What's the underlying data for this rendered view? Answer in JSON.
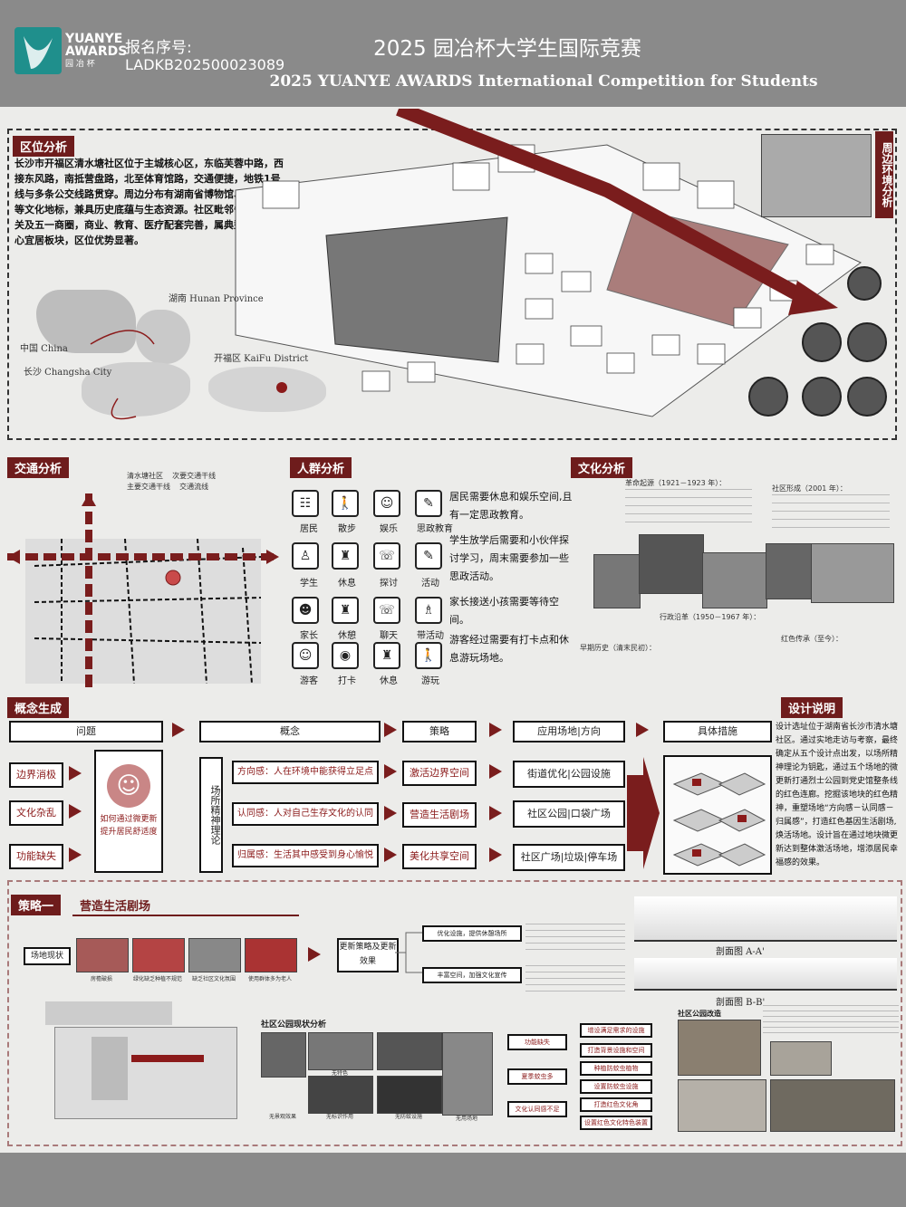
{
  "header": {
    "logo_main": "YUANYE",
    "logo_sub": "AWARDS",
    "logo_cn": "园 冶 杯",
    "reg_label": "报名序号:",
    "reg_no": "LADKB202500023089",
    "title_cn": "2025 园冶杯大学生国际竞赛",
    "title_en": "2025 YUANYE AWARDS International Competition for  Students"
  },
  "location": {
    "title": "区位分析",
    "text": "长沙市开福区清水塘社区位于主城核心区，东临芙蓉中路，西接东风路，南抵营盘路，北至体育馆路，交通便捷，地铁1号线与多条公交线路贯穿。周边分布有湖南省博物馆、烈士公园等文化地标，兼具历史底蕴与生态资源。社区毗邻省市政府机关及五一商圈，商业、教育、医疗配套完善，属典型的城市中心宜居板块，区位优势显著。",
    "map_labels": {
      "hunan": "湖南 Hunan Province",
      "china": "中国 China",
      "changsha": "长沙 Changsha City",
      "kaifu": "开福区 KaiFu District"
    },
    "surround_title": "周边环境分析"
  },
  "traffic": {
    "title": "交通分析",
    "legend": [
      "清水塘社区",
      "次要交通干线",
      "主要交通干线",
      "交通流线"
    ]
  },
  "crowd": {
    "title": "人群分析",
    "rows": [
      {
        "group": "居民",
        "acts": [
          "散步",
          "娱乐",
          "思政教育"
        ],
        "desc": "居民需要休息和娱乐空间,且有一定思政教育。"
      },
      {
        "group": "学生",
        "acts": [
          "休息",
          "探讨",
          "活动"
        ],
        "desc": "学生放学后需要和小伙伴探讨学习，周末需要参加一些思政活动。"
      },
      {
        "group": "家长",
        "acts": [
          "休憩",
          "聊天",
          "带活动"
        ],
        "desc": "家长接送小孩需要等待空间。"
      },
      {
        "group": "游客",
        "acts": [
          "打卡",
          "休息",
          "游玩"
        ],
        "desc": "游客经过需要有打卡点和休息游玩场地。"
      }
    ]
  },
  "culture": {
    "title": "文化分析",
    "eras": [
      "革命起源（1921－1923 年）：",
      "社区形成（2001 年）：",
      "行政沿革（1950－1967 年）：",
      "早期历史（清末民初）：",
      "红色传承（至今）："
    ]
  },
  "concept": {
    "title": "概念生成",
    "headers": [
      "问题",
      "概念",
      "策略",
      "应用场地|方向",
      "具体措施"
    ],
    "problems": [
      "边界消极",
      "文化杂乱",
      "功能缺失"
    ],
    "center_text": "如何通过微更新提升居民舒适度",
    "spirit": "场所精神理论",
    "concepts": [
      "方向感：人在环境中能获得立足点",
      "认同感：人对自己生存文化的认同",
      "归属感：生活其中感受到身心愉悦"
    ],
    "strategies": [
      "激活边界空间",
      "营造生活剧场",
      "美化共享空间"
    ],
    "sites": [
      "街道优化|公园设施",
      "社区公园|口袋广场",
      "社区广场|垃圾|停车场"
    ]
  },
  "design": {
    "title": "设计说明",
    "text": "设计选址位于湖南省长沙市清水塘社区。通过实地走访与考察，最终确定从五个设计点出发，以场所精神理论为钥匙，通过五个场地的微更新打通烈士公园到党史馆整条线的红色连廊。挖掘该地块的红色精神，重塑场地“方向感－认同感－归属感”，打造红色基因生活剧场,焕活场地。设计旨在通过地块微更新达到整体激活场地，增添居民幸福感的效果。"
  },
  "strategy1": {
    "title": "策略一",
    "subtitle": "营造生活剧场",
    "site_status": "场地现状",
    "update_strategy": "更新策略及更新效果",
    "effects": [
      "优化设施，提供休憩场所",
      "丰富空间，加强文化宣传"
    ],
    "photo_caps": [
      "房檐破损",
      "绿化缺乏种植不规范",
      "缺乏社区文化氛围",
      "使用群体多为老人"
    ],
    "section_a": "剖面图 A-A'",
    "section_b": "剖面图 B-B'",
    "park_status": "社区公园现状分析",
    "park_caps": [
      "无景观效果",
      "无特色",
      "无标识作用",
      "无防蚊设施",
      "无用场地"
    ],
    "issues": [
      "功能缺失",
      "夏季蚊虫多",
      "文化认同感不足"
    ],
    "measures": [
      "增设满足需求的设施",
      "打造背景设施和空间",
      "种植防蚊虫植物",
      "设置防蚊虫设施",
      "打造红色文化角",
      "设置红色文化特色装置"
    ],
    "park_renew": "社区公园改造"
  },
  "colors": {
    "accent": "#6e1c1c",
    "header": "#8a8a8a",
    "teal": "#1f8f8c"
  }
}
